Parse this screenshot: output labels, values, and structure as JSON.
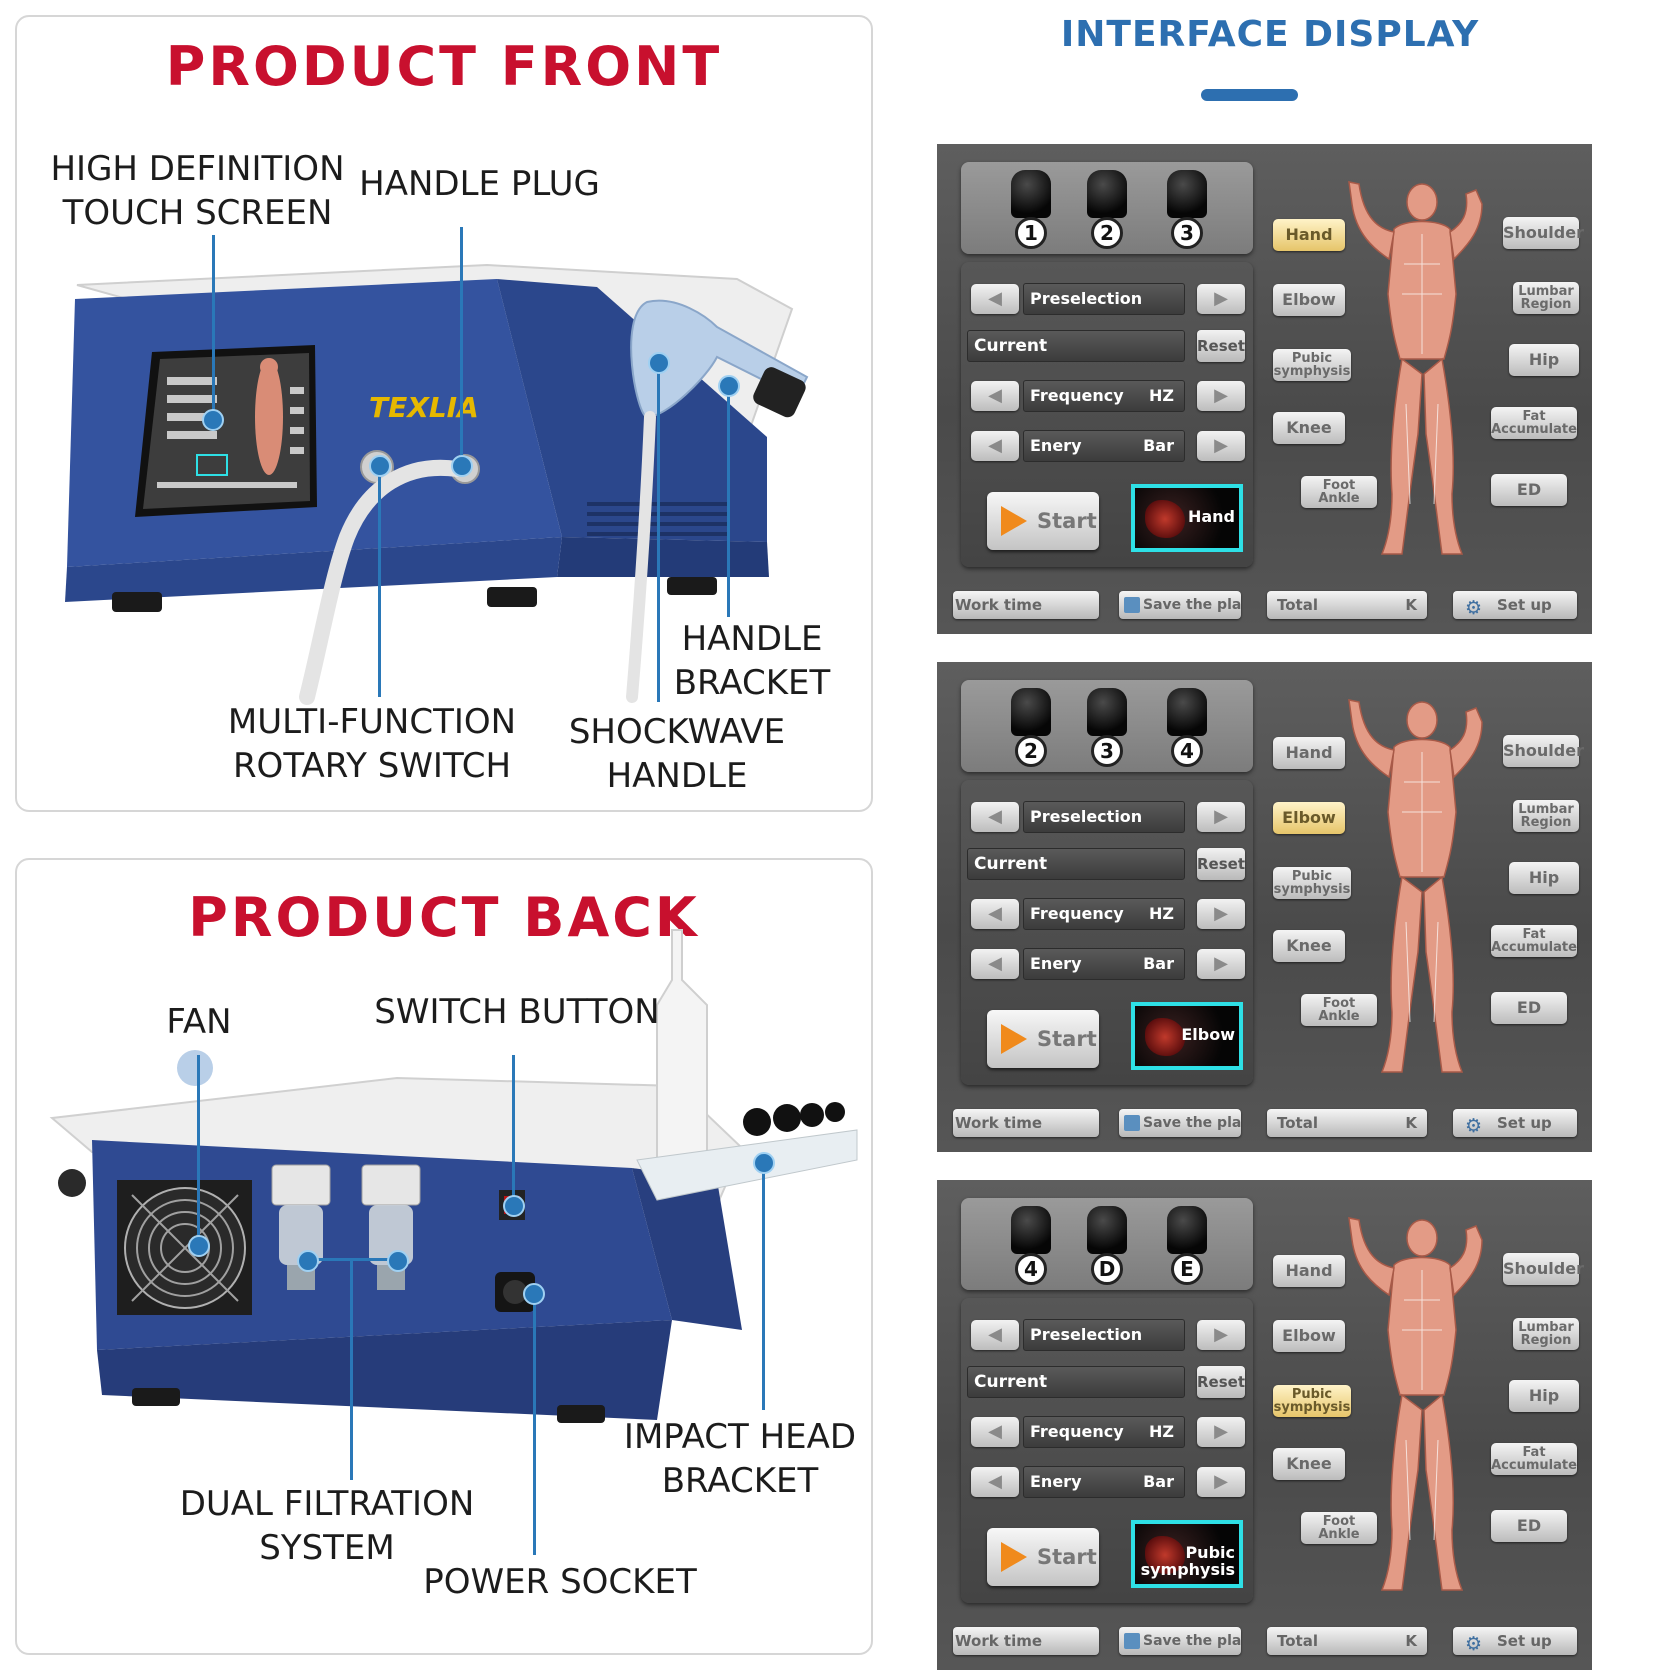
{
  "front": {
    "title": "PRODUCT FRONT",
    "brand_logo": "TEXLIA",
    "labels": {
      "touch_screen_1": "HIGH DEFINITION",
      "touch_screen_2": "TOUCH SCREEN",
      "handle_plug": "HANDLE PLUG",
      "handle_bracket_1": "HANDLE",
      "handle_bracket_2": "BRACKET",
      "rotary_switch_1": "MULTI-FUNCTION",
      "rotary_switch_2": "ROTARY SWITCH",
      "shockwave_handle_1": "SHOCKWAVE",
      "shockwave_handle_2": "HANDLE"
    }
  },
  "back": {
    "title": "PRODUCT BACK",
    "labels": {
      "fan": "FAN",
      "switch_button": "SWITCH BUTTON",
      "impact_head_1": "IMPACT HEAD",
      "impact_head_2": "BRACKET",
      "dual_filtration_1": "DUAL FILTRATION",
      "dual_filtration_2": "SYSTEM",
      "power_socket": "POWER SOCKET"
    }
  },
  "interface": {
    "heading": "INTERFACE DISPLAY",
    "controls": {
      "preselection": "Preselection",
      "current": "Current",
      "reset": "Reset",
      "frequency": "Frequency",
      "frequency_unit": "HZ",
      "energy": "Enery",
      "energy_unit": "Bar",
      "start": "Start"
    },
    "body_buttons": {
      "hand": "Hand",
      "elbow": "Elbow",
      "pubic_1": "Pubic",
      "pubic_2": "symphysis",
      "knee": "Knee",
      "foot_1": "Foot",
      "foot_2": "Ankle",
      "shoulder": "Shoulder",
      "lumbar_1": "Lumbar",
      "lumbar_2": "Region",
      "hip": "Hip",
      "fat_1": "Fat",
      "fat_2": "Accumulate",
      "ed": "ED"
    },
    "bottom": {
      "work_time": "Work time",
      "save_plan": "Save the plan",
      "total": "Total",
      "total_unit": "K",
      "setup": "Set up"
    },
    "screens": [
      {
        "heads": [
          "1",
          "2",
          "3"
        ],
        "selected": "hand",
        "preview_1": "Hand",
        "preview_2": ""
      },
      {
        "heads": [
          "2",
          "3",
          "4"
        ],
        "selected": "elbow",
        "preview_1": "Elbow",
        "preview_2": ""
      },
      {
        "heads": [
          "4",
          "D",
          "E"
        ],
        "selected": "pubic",
        "preview_1": "Pubic",
        "preview_2": "symphysis"
      }
    ]
  },
  "colors": {
    "title_red": "#c8102e",
    "accent_blue": "#2d6fb0",
    "device_blue": "#2f4f9e",
    "selected_yellow": "#e6c56a",
    "preview_cyan": "#2ee0e6"
  }
}
